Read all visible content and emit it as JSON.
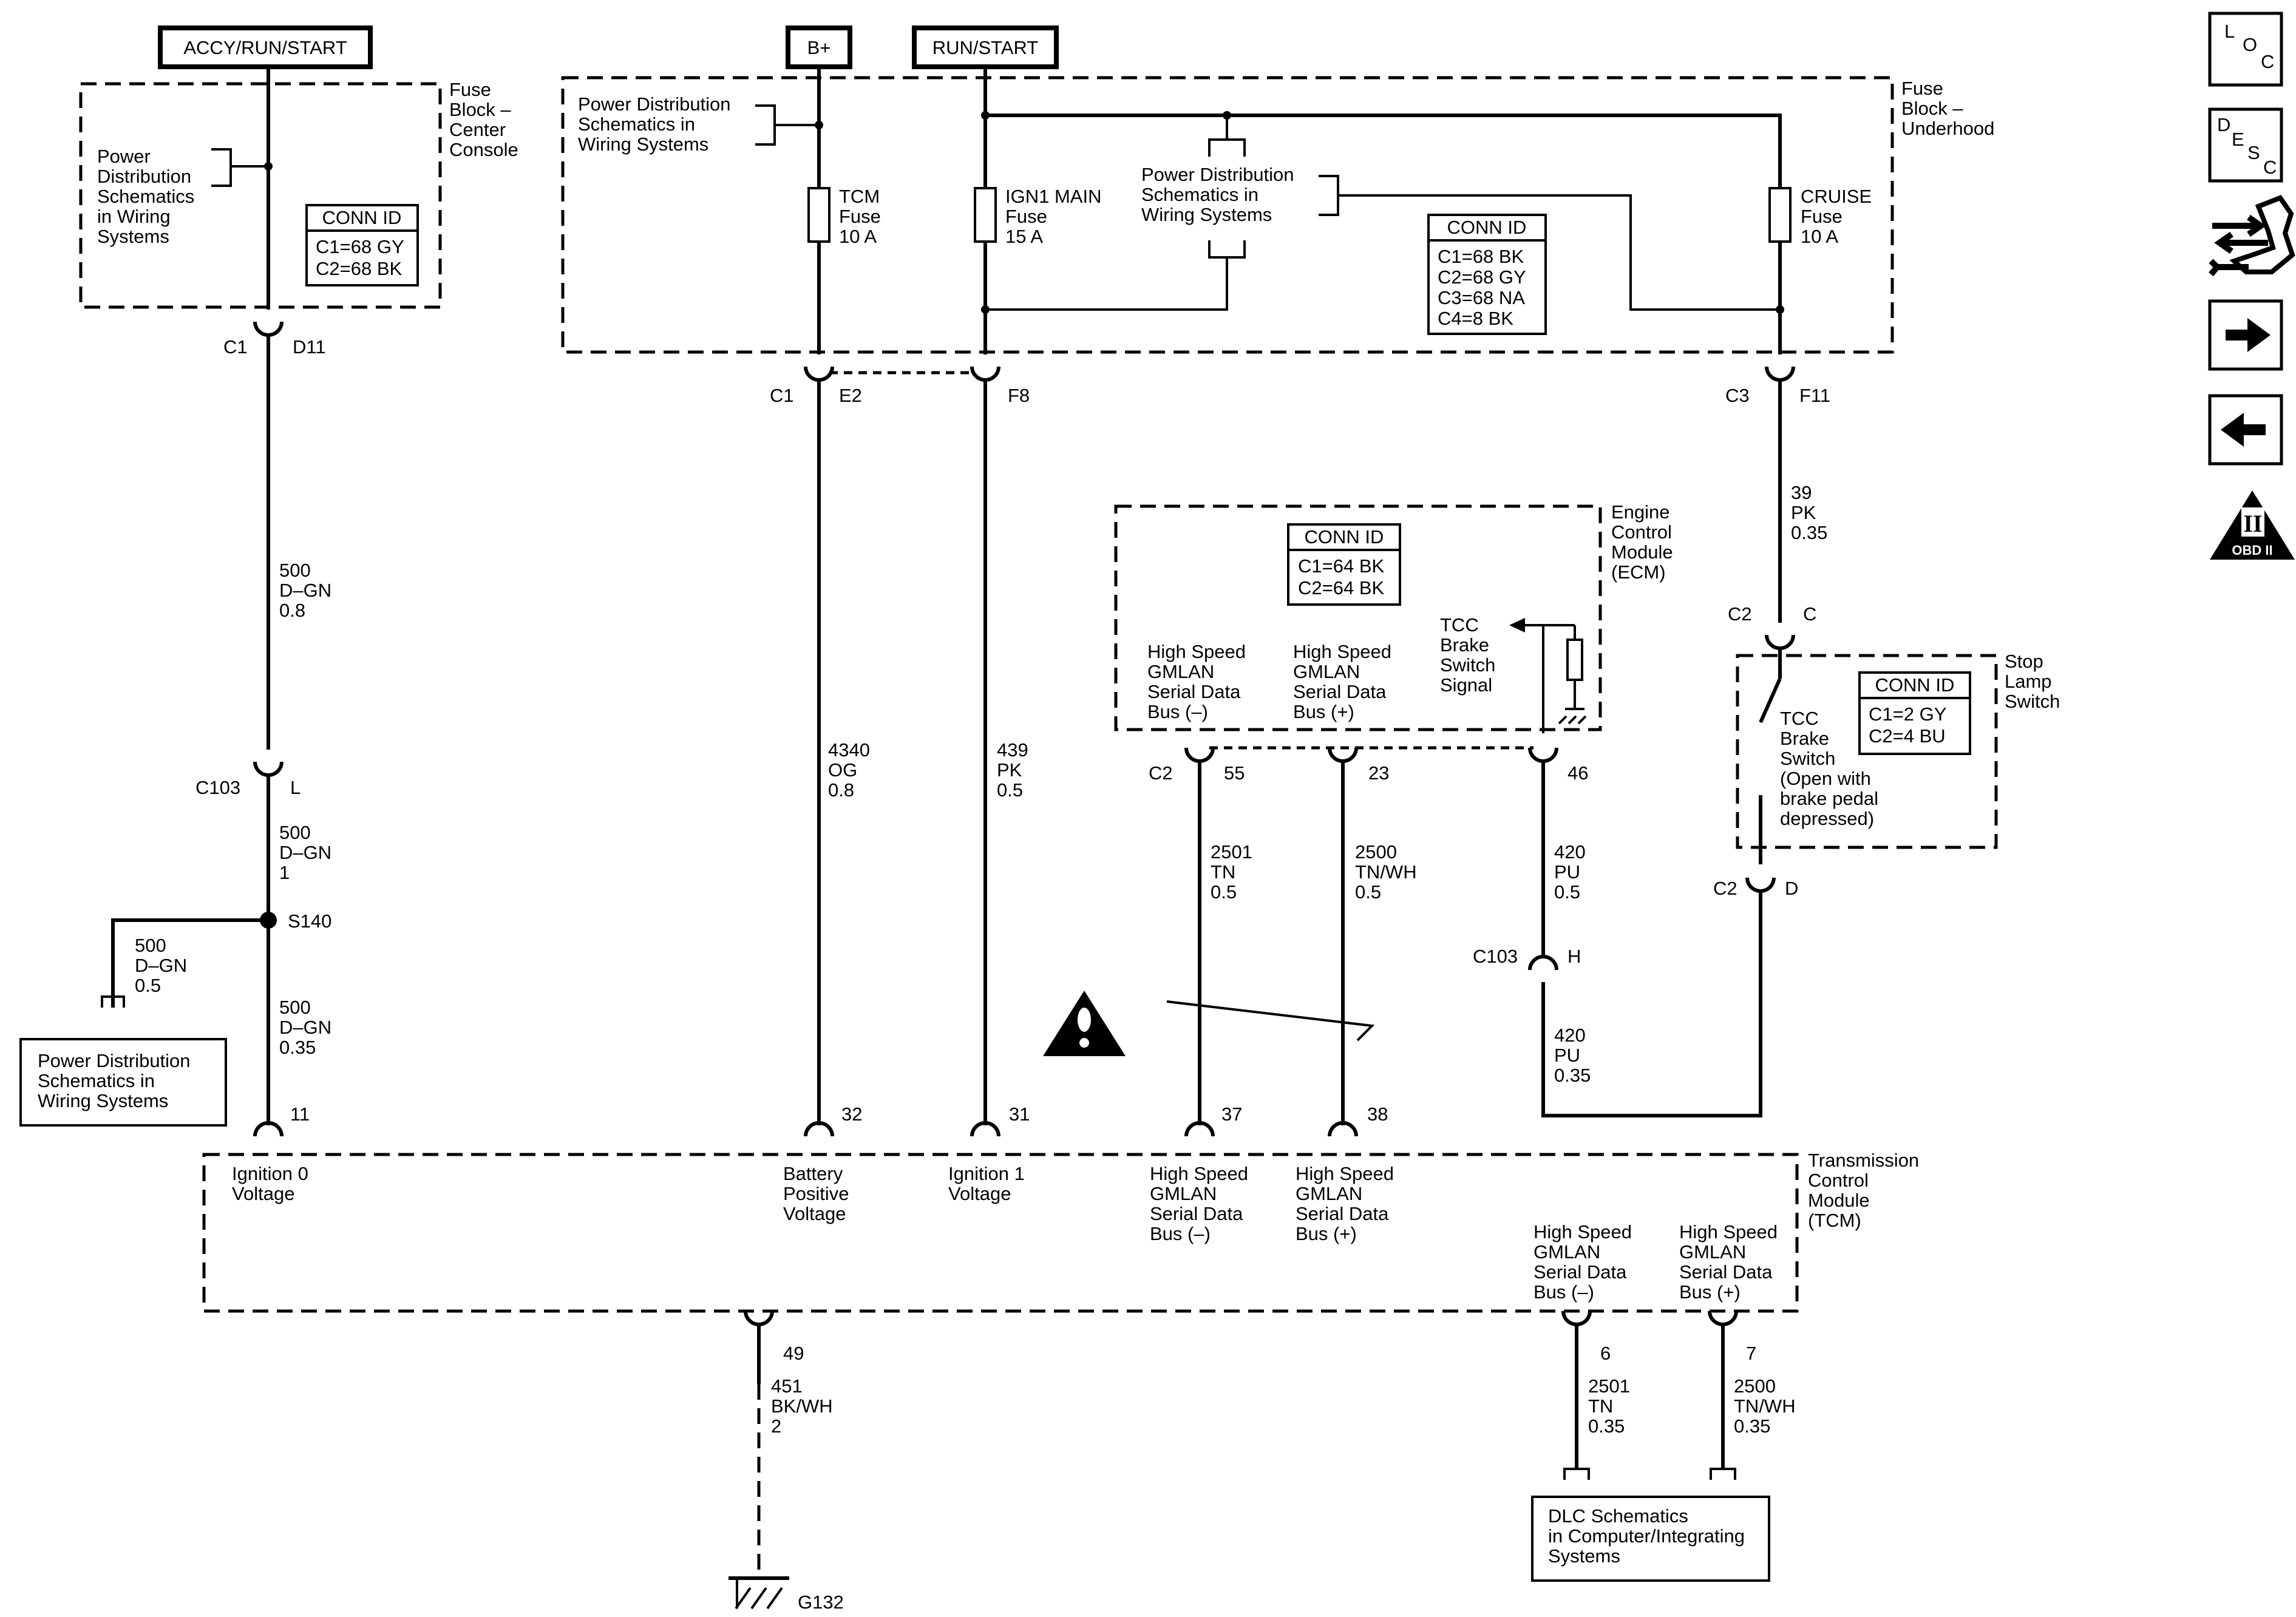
{
  "headers": {
    "accy": "ACCY/RUN/START",
    "bplus": "B+",
    "runstart": "RUN/START"
  },
  "fuse_blocks": {
    "center": [
      "Fuse",
      "Block –",
      "Center",
      "Console"
    ],
    "underhood": [
      "Fuse",
      "Block –",
      "Underhood"
    ]
  },
  "power_dist": {
    "left": [
      "Power",
      "Distribution",
      "Schematics",
      "in Wiring",
      "Systems"
    ],
    "mid_left": [
      "Power Distribution",
      "Schematics in",
      "Wiring Systems"
    ],
    "mid": [
      "Power Distribution",
      "Schematics in",
      "Wiring Systems"
    ],
    "bottom_left": [
      "Power Distribution",
      "Schematics in",
      "Wiring Systems"
    ]
  },
  "conn_ids": {
    "center": {
      "title": "CONN ID",
      "rows": [
        "C1=68 GY",
        "C2=68 BK"
      ]
    },
    "underhood": {
      "title": "CONN ID",
      "rows": [
        "C1=68 BK",
        "C2=68 GY",
        "C3=68 NA",
        "C4=8 BK"
      ]
    },
    "ecm": {
      "title": "CONN ID",
      "rows": [
        "C1=64 BK",
        "C2=64 BK"
      ]
    },
    "stoplamp": {
      "title": "CONN ID",
      "rows": [
        "C1=2 GY",
        "C2=4 BU"
      ]
    }
  },
  "fuses": {
    "tcm": [
      "TCM",
      "Fuse",
      "10 A"
    ],
    "ign1": [
      "IGN1 MAIN",
      "Fuse",
      "15 A"
    ],
    "cruise": [
      "CRUISE",
      "Fuse",
      "10 A"
    ]
  },
  "pins": {
    "c1_left": "C1",
    "d11": "D11",
    "c1_mid": "C1",
    "e2": "E2",
    "f8": "F8",
    "c3": "C3",
    "f11": "F11",
    "c103_top": "C103",
    "l": "L",
    "s140": "S140",
    "p11": "11",
    "p32": "32",
    "p31": "31",
    "p37": "37",
    "p38": "38",
    "c2_ecm": "C2",
    "p55": "55",
    "p23": "23",
    "p46": "46",
    "c2_sl_top": "C2",
    "c_sl": "C",
    "c2_sl_bot": "C2",
    "d_sl": "D",
    "c103_right": "C103",
    "h": "H",
    "p49": "49",
    "p6": "6",
    "p7": "7",
    "g132": "G132"
  },
  "wires": {
    "w500a": [
      "500",
      "D–GN",
      "0.8"
    ],
    "w500b": [
      "500",
      "D–GN",
      "1"
    ],
    "w500c": [
      "500",
      "D–GN",
      "0.5"
    ],
    "w500d": [
      "500",
      "D–GN",
      "0.35"
    ],
    "w4340": [
      "4340",
      "OG",
      "0.8"
    ],
    "w439": [
      "439",
      "PK",
      "0.5"
    ],
    "w39": [
      "39",
      "PK",
      "0.35"
    ],
    "w2501a": [
      "2501",
      "TN",
      "0.5"
    ],
    "w2500a": [
      "2500",
      "TN/WH",
      "0.5"
    ],
    "w420a": [
      "420",
      "PU",
      "0.5"
    ],
    "w420b": [
      "420",
      "PU",
      "0.35"
    ],
    "w451": [
      "451",
      "BK/WH",
      "2"
    ],
    "w2501b": [
      "2501",
      "TN",
      "0.35"
    ],
    "w2500b": [
      "2500",
      "TN/WH",
      "0.35"
    ]
  },
  "ecm": {
    "name": [
      "Engine",
      "Control",
      "Module",
      "(ECM)"
    ],
    "gmlan_minus": [
      "High Speed",
      "GMLAN",
      "Serial Data",
      "Bus (–)"
    ],
    "gmlan_plus": [
      "High Speed",
      "GMLAN",
      "Serial Data",
      "Bus (+)"
    ],
    "tcc": [
      "TCC",
      "Brake",
      "Switch",
      "Signal"
    ]
  },
  "stoplamp": {
    "name": [
      "Stop",
      "Lamp",
      "Switch"
    ],
    "tcc": [
      "TCC",
      "Brake",
      "Switch",
      "(Open with",
      "brake pedal",
      "depressed)"
    ]
  },
  "tcm": {
    "name": [
      "Transmission",
      "Control",
      "Module",
      "(TCM)"
    ],
    "ign0": [
      "Ignition 0",
      "Voltage"
    ],
    "batt": [
      "Battery",
      "Positive",
      "Voltage"
    ],
    "ign1": [
      "Ignition 1",
      "Voltage"
    ],
    "gmlan_minus": [
      "High Speed",
      "GMLAN",
      "Serial Data",
      "Bus (–)"
    ],
    "gmlan_plus": [
      "High Speed",
      "GMLAN",
      "Serial Data",
      "Bus (+)"
    ],
    "dlc_minus": [
      "High Speed",
      "GMLAN",
      "Serial Data",
      "Bus (–)"
    ],
    "dlc_plus": [
      "High Speed",
      "GMLAN",
      "Serial Data",
      "Bus (+)"
    ]
  },
  "dlc": [
    "DLC Schematics",
    "in Computer/Integrating",
    "Systems"
  ],
  "nav": {
    "loc": [
      "L",
      "O",
      "C"
    ],
    "desc": [
      "D",
      "E",
      "S",
      "C"
    ],
    "obd": [
      "II",
      "OBD II"
    ]
  }
}
